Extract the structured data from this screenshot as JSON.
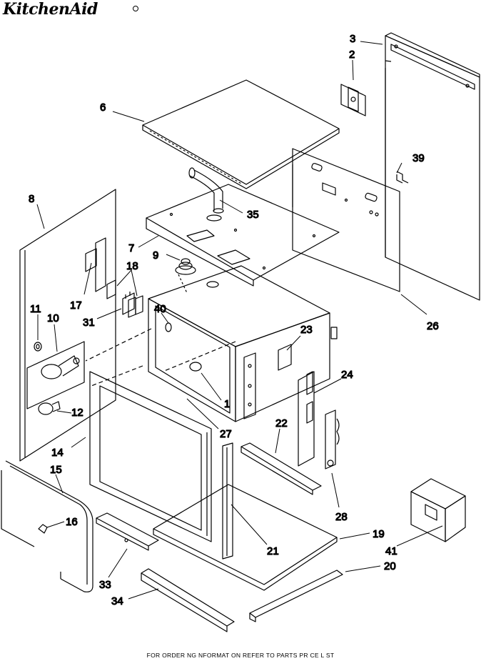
{
  "brand": {
    "logo_text": "KitchenAid"
  },
  "footer": {
    "text": "FOR ORDER NG NFORMAT ON REFER TO PARTS PR CE L ST"
  },
  "callouts": {
    "c1": "1",
    "c2": "2",
    "c3": "3",
    "c6": "6",
    "c7": "7",
    "c8": "8",
    "c9": "9",
    "c10": "10",
    "c11": "11",
    "c12": "12",
    "c14": "14",
    "c15": "15",
    "c16": "16",
    "c17": "17",
    "c18": "18",
    "c19": "19",
    "c20": "20",
    "c21": "21",
    "c22": "22",
    "c23": "23",
    "c24": "24",
    "c26": "26",
    "c27": "27",
    "c28": "28",
    "c31": "31",
    "c33": "33",
    "c34": "34",
    "c35": "35",
    "c39": "39",
    "c40": "40",
    "c41": "41"
  }
}
